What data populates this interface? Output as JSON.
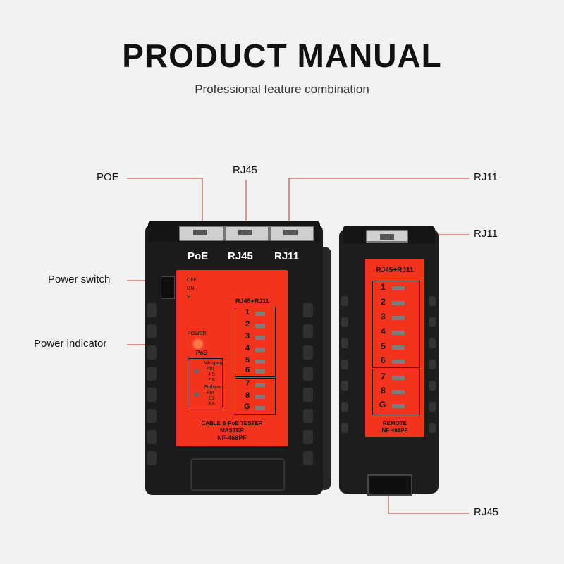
{
  "header": {
    "title": "PRODUCT MANUAL",
    "subtitle": "Professional feature combination"
  },
  "callouts": {
    "poe": "POE",
    "rj45_top": "RJ45",
    "rj11_top": "RJ11",
    "rj11_remote": "RJ11",
    "power_switch": "Power switch",
    "power_indicator": "Power indicator",
    "rj45_bottom": "RJ45"
  },
  "master": {
    "port_labels": [
      "PoE",
      "RJ45",
      "RJ11"
    ],
    "switch_positions": [
      "OFF",
      "ON",
      "S"
    ],
    "power_label": "POWER",
    "poe_label": "PoE",
    "midspan": [
      "Midspan",
      "Pin",
      "4 5",
      "7 8"
    ],
    "endspan": [
      "Endspan",
      "Pin",
      "1 2",
      "3 6"
    ],
    "panel_heading": "RJ45+RJ11",
    "leds": [
      "1",
      "2",
      "3",
      "4",
      "5",
      "6",
      "7",
      "8",
      "G"
    ],
    "caption": [
      "CABLE & PoE TESTER",
      "MASTER",
      "NF-468PF"
    ]
  },
  "remote": {
    "panel_heading": "RJ45+RJ11",
    "leds": [
      "1",
      "2",
      "3",
      "4",
      "5",
      "6",
      "7",
      "8",
      "G"
    ],
    "caption": [
      "REMOTE",
      "NF-468PF"
    ]
  },
  "colors": {
    "accent_red": "#f2331e",
    "leader_red": "#c0392b",
    "device_body": "#1b1b1b"
  }
}
